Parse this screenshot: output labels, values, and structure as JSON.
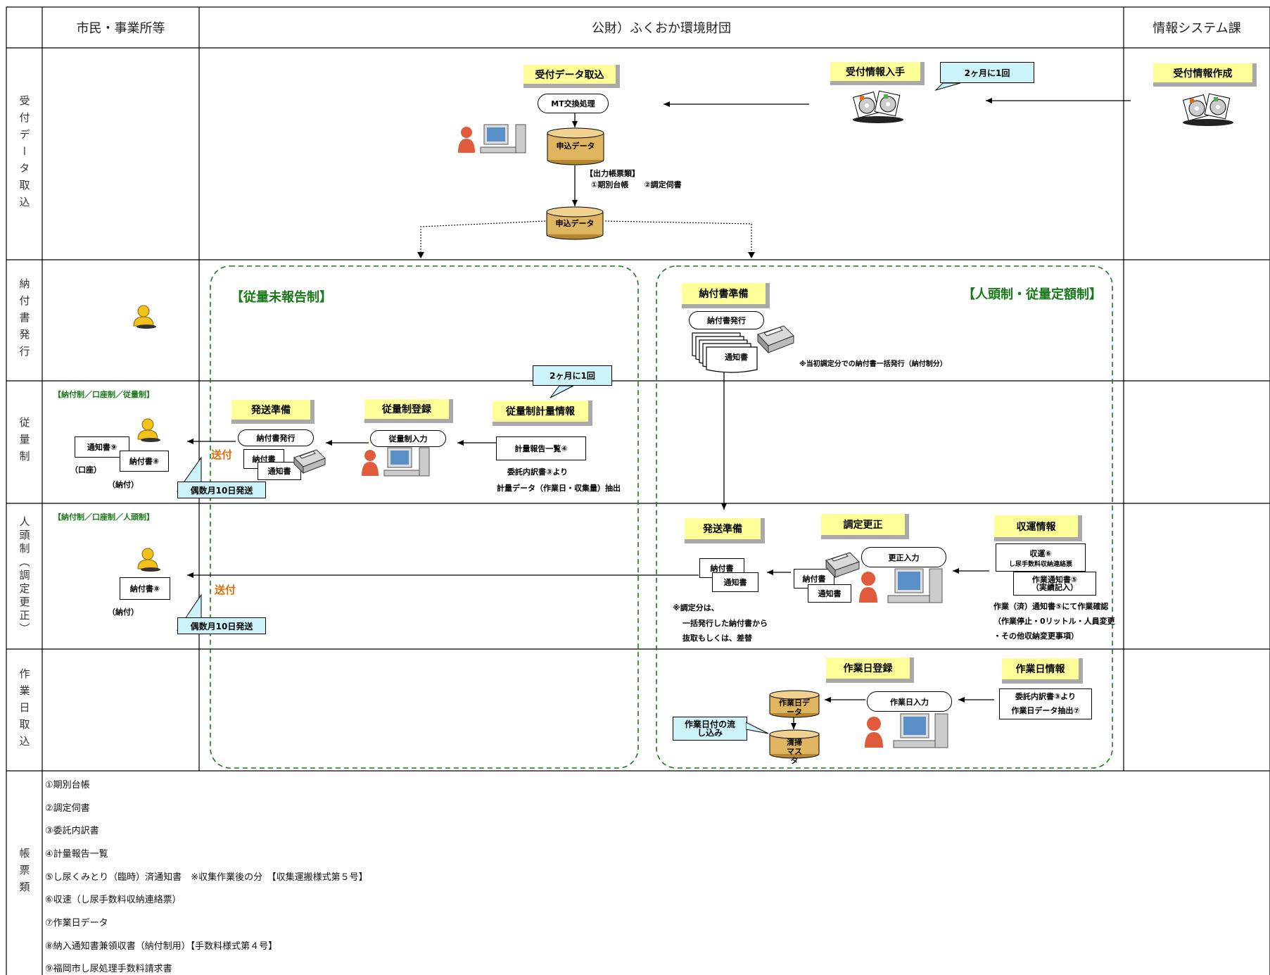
{
  "columns": {
    "col1": "市民・事業所等",
    "col2": "公財）ふくおか環境財団",
    "col3": "情報システム課"
  },
  "rows": {
    "r1": "受付データ取込",
    "r2": "納付書発行",
    "r3": "従量制",
    "r4": "人頭制（調定更正）",
    "r5": "作業日取込",
    "r6": "帳票類"
  },
  "row1": {
    "tag_receipt_import": "受付データ取込",
    "tag_receipt_get": "受付情報入手",
    "tag_receipt_make": "受付情報作成",
    "callout_bimonthly": "2ヶ月に1回",
    "pill_mt": "MT交換処理",
    "db_apply1": "申込データ",
    "db_apply2": "申込データ",
    "note_output_title": "【出力帳票類】",
    "note_output_items": "①期別台帳　　②調定伺書"
  },
  "row2": {
    "green_left": "【従量未報告制】",
    "green_right": "【人頭制・従量定額制】",
    "tag_prepare": "納付書準備",
    "pill_issue": "納付書発行",
    "doc_notice": "通知書",
    "note_bulk": "※当初調定分での納付書一括発行（納付制分）"
  },
  "row3": {
    "green_label": "【納付制／口座制／従量制】",
    "doc_notice9": "通知書⑨",
    "doc_payslip8": "納付書⑧",
    "lbl_account": "（口座）",
    "lbl_pay": "（納付）",
    "tag_send_prep": "発送準備",
    "tag_register": "従量制登録",
    "tag_measure": "従量制計量情報",
    "callout_bimonthly": "2ヶ月に1回",
    "pill_issue": "納付書発行",
    "pill_input": "従量制入力",
    "doc_payslip": "納付書",
    "doc_notice": "通知書",
    "doc_report": "計量報告一覧④",
    "note_src": "委託内訳書③より",
    "note_extract": "計量データ（作業日・収集量）抽出",
    "send": "送付",
    "callout_send": "偶数月10日発送"
  },
  "row4": {
    "green_label": "【納付制／口座制／人頭制】",
    "doc_payslip8": "納付書⑧",
    "lbl_pay": "（納付）",
    "send": "送付",
    "callout_send": "偶数月10日発送",
    "tag_send_prep": "発送準備",
    "tag_correct": "調定更正",
    "tag_collect": "収運情報",
    "doc_payslip_a": "納付書",
    "doc_notice_a": "通知書",
    "doc_payslip_b": "納付書",
    "doc_notice_b": "通知書",
    "pill_correct": "更正入力",
    "doc_collect6": "収運⑥",
    "doc_collect6_sub": "し尿手数料収納連絡票",
    "doc_worknotice5": "作業通知書⑤",
    "doc_worknotice5_sub": "（実績記入）",
    "note_adj1": "※調定分は、",
    "note_adj2": "一括発行した納付書から",
    "note_adj3": "抜取もしくは、差替",
    "note_chk1": "作業（済）通知書⑤にて作業確認",
    "note_chk2": "（作業停止・0リットル・人員変更",
    "note_chk3": "・その他収納変更事項）"
  },
  "row5": {
    "tag_workday_reg": "作業日登録",
    "tag_workday_info": "作業日情報",
    "pill_workday": "作業日入力",
    "db_workday": "作業日データ",
    "db_master": "清掃マスタ",
    "callout_flow": "作業日付の流し込み",
    "doc_src1": "委託内訳書③より",
    "doc_src2": "作業日データ抽出⑦"
  },
  "legend": [
    "①期別台帳",
    "②調定伺書",
    "③委託内訳書",
    "④計量報告一覧",
    "⑤し尿くみとり（臨時）済通知書　※収集作業後の分　【収集運搬様式第５号】",
    "⑥収速（し尿手数料収納連絡票）",
    "⑦作業日データ",
    "⑧納入通知書兼領収書（納付制用）【手数料様式第４号】",
    "⑨福岡市し尿処理手数料請求書"
  ]
}
